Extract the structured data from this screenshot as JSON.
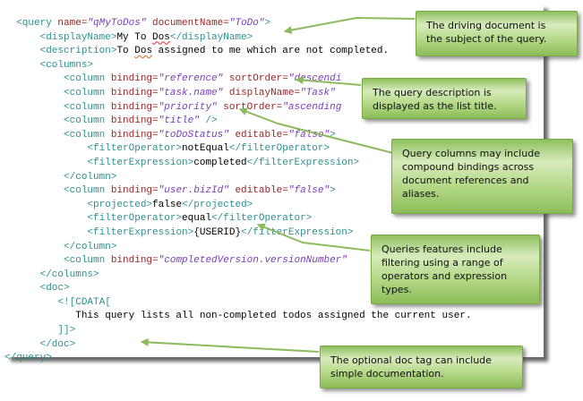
{
  "colors": {
    "tag": "#2f8f8f",
    "attr": "#972525",
    "value": "#7b3cbd",
    "text": "#000000",
    "squiggle_red": "#e02b2b",
    "squiggle_orange": "#e0641f",
    "callout_green": "#9cc86f",
    "arrow_green": "#8cbb5e"
  },
  "document": {
    "code_lines": [
      {
        "indent": 2,
        "tokens": [
          [
            "tag",
            "<query "
          ],
          [
            "attr",
            "name="
          ],
          [
            "val",
            "\"qMyToDos\""
          ],
          [
            "attr",
            " documentName="
          ],
          [
            "val",
            "\"ToDo\""
          ],
          [
            "tag",
            ">"
          ]
        ]
      },
      {
        "indent": 6,
        "tokens": [
          [
            "tag",
            "<displayName>"
          ],
          [
            "txt",
            "My To "
          ],
          [
            "sqr",
            "Dos"
          ],
          [
            "tag",
            "</displayName>"
          ]
        ]
      },
      {
        "indent": 6,
        "tokens": [
          [
            "tag",
            "<description>"
          ],
          [
            "txt",
            "To "
          ],
          [
            "sqo",
            "Dos"
          ],
          [
            "txt",
            " assigned to me which are not completed."
          ]
        ]
      },
      {
        "indent": 6,
        "tokens": [
          [
            "tag",
            "<columns>"
          ]
        ]
      },
      {
        "indent": 10,
        "tokens": [
          [
            "tag",
            "<column "
          ],
          [
            "attr",
            "binding="
          ],
          [
            "val",
            "\"reference\""
          ],
          [
            "attr",
            " sortOrder="
          ],
          [
            "val",
            "\"descendi"
          ]
        ]
      },
      {
        "indent": 10,
        "tokens": [
          [
            "tag",
            "<column "
          ],
          [
            "attr",
            "binding="
          ],
          [
            "val",
            "\"task.name\""
          ],
          [
            "attr",
            " displayName="
          ],
          [
            "val",
            "\"Task\""
          ]
        ]
      },
      {
        "indent": 10,
        "tokens": [
          [
            "tag",
            "<column "
          ],
          [
            "attr",
            "binding="
          ],
          [
            "val",
            "\"priority\""
          ],
          [
            "attr",
            " sortOrder="
          ],
          [
            "val",
            "\"ascending"
          ]
        ]
      },
      {
        "indent": 10,
        "tokens": [
          [
            "tag",
            "<column "
          ],
          [
            "attr",
            "binding="
          ],
          [
            "val",
            "\"title\""
          ],
          [
            "tag",
            " />"
          ]
        ]
      },
      {
        "indent": 10,
        "tokens": [
          [
            "tag",
            "<column "
          ],
          [
            "attr",
            "binding="
          ],
          [
            "val",
            "\"toDoStatus\""
          ],
          [
            "attr",
            " editable="
          ],
          [
            "val",
            "\"false\""
          ],
          [
            "tag",
            ">"
          ]
        ]
      },
      {
        "indent": 14,
        "tokens": [
          [
            "tag",
            "<filterOperator>"
          ],
          [
            "txt",
            "notEqual"
          ],
          [
            "tag",
            "</filterOperator>"
          ]
        ]
      },
      {
        "indent": 14,
        "tokens": [
          [
            "tag",
            "<filterExpression>"
          ],
          [
            "txt",
            "completed"
          ],
          [
            "tag",
            "</filterExpression>"
          ]
        ]
      },
      {
        "indent": 10,
        "tokens": [
          [
            "tag",
            "</column>"
          ]
        ]
      },
      {
        "indent": 10,
        "tokens": [
          [
            "tag",
            "<column "
          ],
          [
            "attr",
            "binding="
          ],
          [
            "val",
            "\"user.bizId\""
          ],
          [
            "attr",
            " editable="
          ],
          [
            "val",
            "\"false\""
          ],
          [
            "tag",
            ">"
          ]
        ]
      },
      {
        "indent": 14,
        "tokens": [
          [
            "tag",
            "<projected>"
          ],
          [
            "txt",
            "false"
          ],
          [
            "tag",
            "</projected>"
          ]
        ]
      },
      {
        "indent": 14,
        "tokens": [
          [
            "tag",
            "<filterOperator>"
          ],
          [
            "txt",
            "equal"
          ],
          [
            "tag",
            "</filterOperator>"
          ]
        ]
      },
      {
        "indent": 14,
        "tokens": [
          [
            "tag",
            "<filterExpression>"
          ],
          [
            "txt",
            "{USERID}"
          ],
          [
            "tag",
            "</filterExpression>"
          ]
        ]
      },
      {
        "indent": 10,
        "tokens": [
          [
            "tag",
            "</column>"
          ]
        ]
      },
      {
        "indent": 10,
        "tokens": [
          [
            "tag",
            "<column "
          ],
          [
            "attr",
            "binding="
          ],
          [
            "val",
            "\"completedVersion.versionNumber\""
          ]
        ]
      },
      {
        "indent": 6,
        "tokens": [
          [
            "tag",
            "</columns>"
          ]
        ]
      },
      {
        "indent": 6,
        "tokens": [
          [
            "tag",
            "<doc>"
          ]
        ]
      },
      {
        "indent": 9,
        "tokens": [
          [
            "tag",
            "<![CDATA["
          ]
        ]
      },
      {
        "indent": 12,
        "tokens": [
          [
            "txt",
            "This query lists all non-completed todos assigned the current user."
          ]
        ]
      },
      {
        "indent": 9,
        "tokens": [
          [
            "tag",
            "]]>"
          ]
        ]
      },
      {
        "indent": 6,
        "tokens": [
          [
            "tag",
            "</doc>"
          ]
        ]
      },
      {
        "indent": 0,
        "tokens": [
          [
            "tag",
            "</query>"
          ]
        ]
      }
    ]
  },
  "callouts": [
    {
      "id": "driving-document",
      "text": "The driving document is\nthe subject of the query."
    },
    {
      "id": "query-description",
      "text": "The query description is\ndisplayed as the list title."
    },
    {
      "id": "compound-bindings",
      "text": "Query columns may include\ncompound bindings across\ndocument references and\naliases."
    },
    {
      "id": "filtering-features",
      "text": "Queries features include\nfiltering using a range of\noperators and expression\ntypes."
    },
    {
      "id": "doc-tag",
      "text": "The optional doc tag can include\nsimple documentation."
    }
  ]
}
